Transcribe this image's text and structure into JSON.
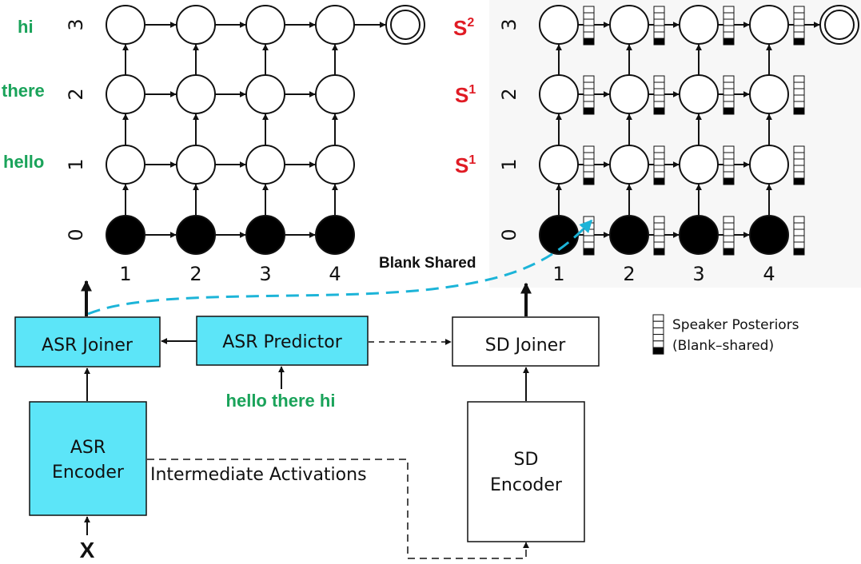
{
  "lattice": {
    "x_ticks": [
      "1",
      "2",
      "3",
      "4"
    ],
    "y_ticks": [
      "0",
      "1",
      "2",
      "3"
    ],
    "words": [
      "hello",
      "there",
      "hi"
    ],
    "speakers": [
      {
        "base": "S",
        "sup": "1"
      },
      {
        "base": "S",
        "sup": "1"
      },
      {
        "base": "S",
        "sup": "2"
      }
    ]
  },
  "blocks": {
    "asr_joiner": "ASR Joiner",
    "asr_predictor": "ASR Predictor",
    "sd_joiner": "SD Joiner",
    "asr_encoder": [
      "ASR",
      "Encoder"
    ],
    "sd_encoder": [
      "SD",
      "Encoder"
    ]
  },
  "labels": {
    "blank_shared": "Blank Shared",
    "intermediate": "Intermediate Activations",
    "transcript": "hello there hi",
    "input": "X"
  },
  "legend": {
    "line1": "Speaker Posteriors",
    "line2": "(Blank–shared)"
  },
  "colors": {
    "module_fill": "#5ce5f8",
    "word_text": "#1aa35a",
    "speaker_text": "#e01b24",
    "blank_shared_arrow": "#1cb4d8"
  }
}
